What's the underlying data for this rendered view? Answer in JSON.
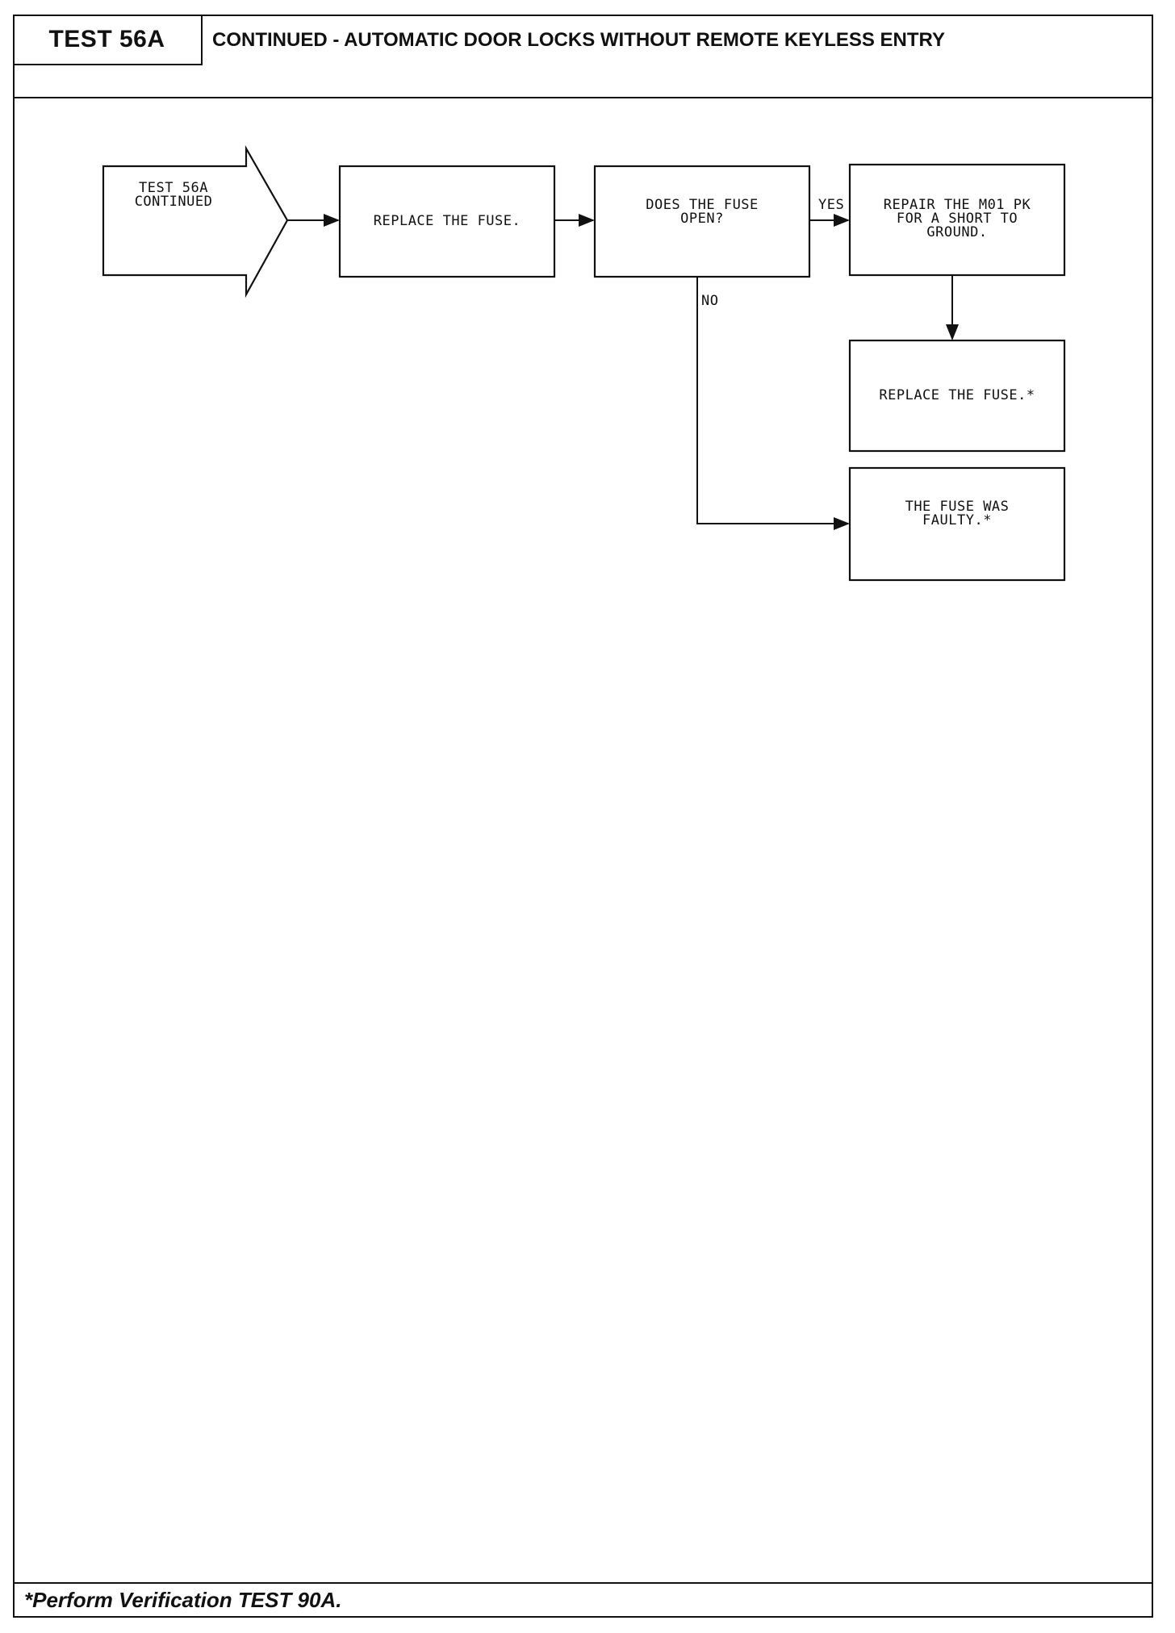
{
  "header": {
    "test_id": "TEST 56A",
    "title": "CONTINUED - AUTOMATIC DOOR LOCKS WITHOUT REMOTE KEYLESS ENTRY"
  },
  "flowchart": {
    "start": "TEST 56A\nCONTINUED",
    "step_replace_fuse": "REPLACE THE FUSE.",
    "decision_fuse_open": "DOES THE FUSE\nOPEN?",
    "label_yes": "YES",
    "label_no": "NO",
    "step_repair": "REPAIR THE M01 PK\nFOR A SHORT TO\nGROUND.",
    "step_replace_fuse_final": "REPLACE THE FUSE.*",
    "step_fuse_faulty": "THE FUSE WAS\nFAULTY.*"
  },
  "footer": {
    "note": "*Perform Verification TEST 90A."
  }
}
